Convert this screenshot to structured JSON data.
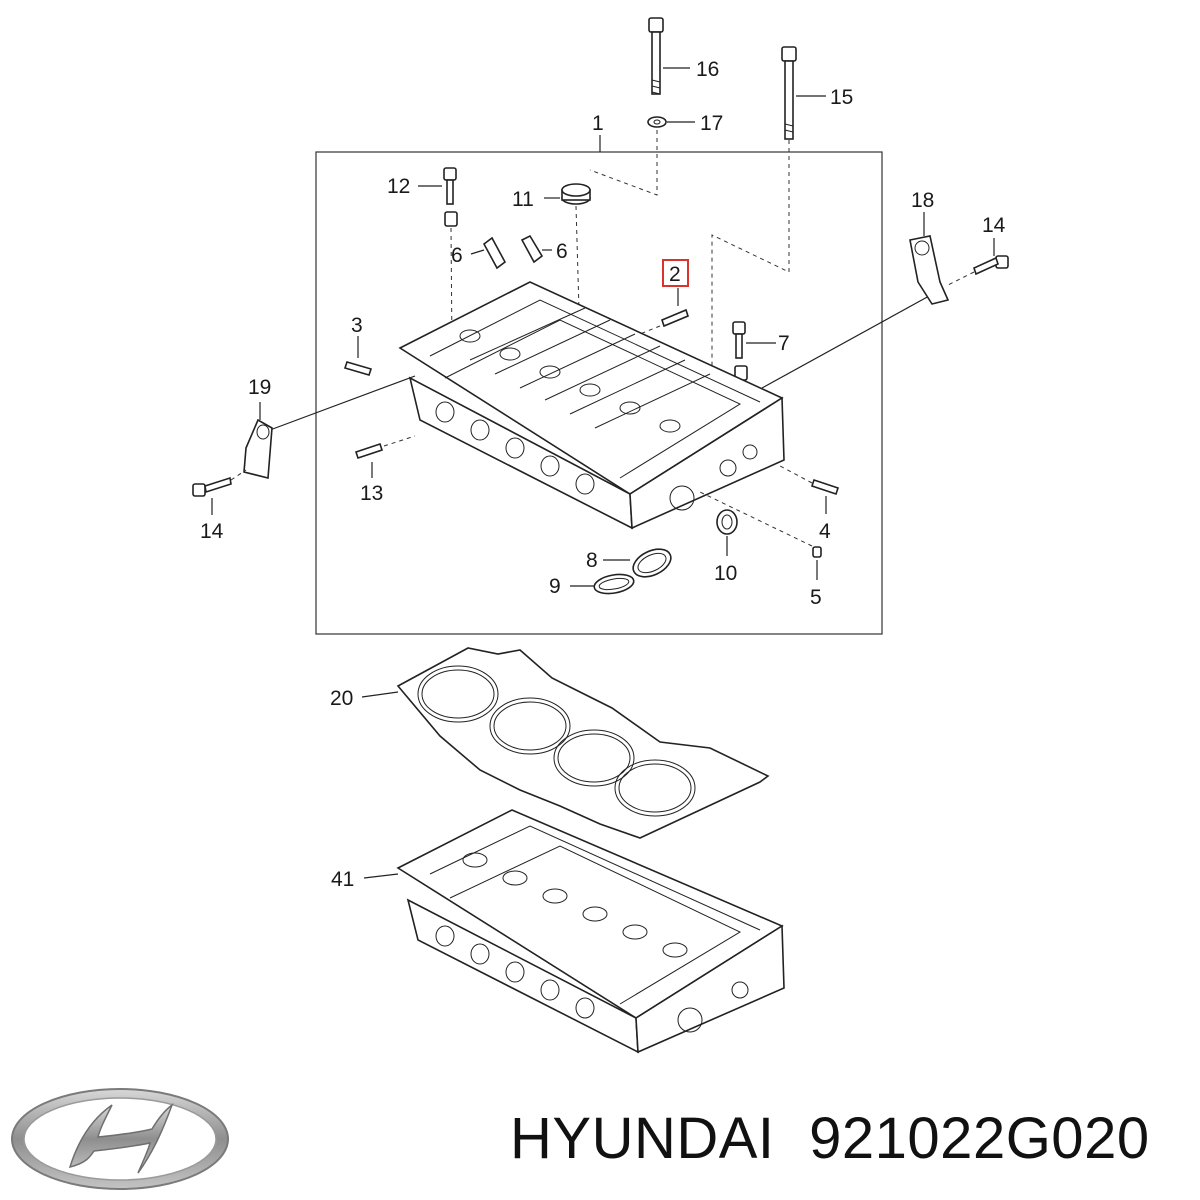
{
  "callouts": {
    "c1": "1",
    "c2": "2",
    "c3": "3",
    "c4": "4",
    "c5": "5",
    "c6a": "6",
    "c6b": "6",
    "c7": "7",
    "c8": "8",
    "c9": "9",
    "c10": "10",
    "c11": "11",
    "c12": "12",
    "c13": "13",
    "c14a": "14",
    "c14b": "14",
    "c15": "15",
    "c16": "16",
    "c17": "17",
    "c18": "18",
    "c19": "19",
    "c20": "20",
    "c41": "41"
  },
  "highlight": {
    "part": "2",
    "color": "#d9342b"
  },
  "footer": {
    "brand": "HYUNDAI",
    "part_number": "921022G020"
  },
  "logo": {
    "name": "hyundai-logo-icon",
    "color": "#9a9a9a"
  }
}
